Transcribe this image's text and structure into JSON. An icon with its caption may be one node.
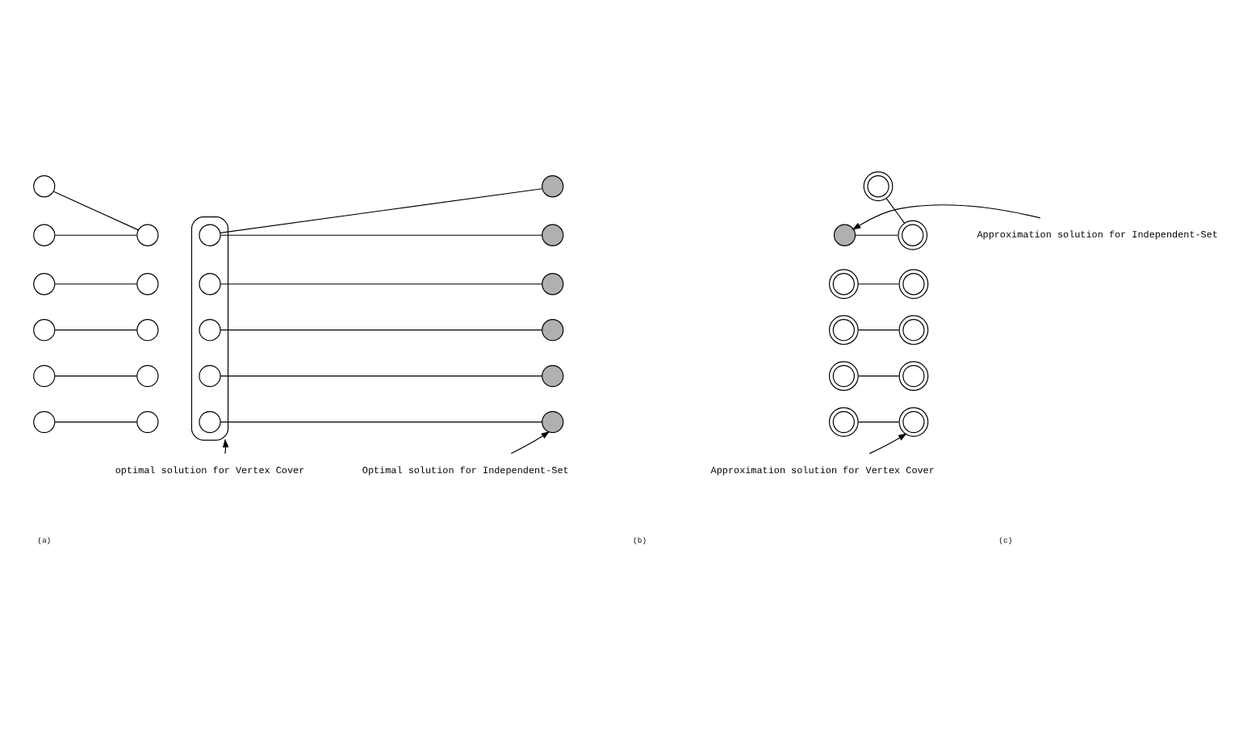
{
  "diagram": {
    "nodes": [
      {
        "text": [],
        "shape": "circle"
      },
      {
        "text": [],
        "shape": "circle"
      },
      {
        "text": [],
        "shape": "circle"
      },
      {
        "text": [],
        "shape": "circle"
      },
      {
        "text": [],
        "shape": "circle"
      },
      {
        "text": [],
        "shape": "circle"
      },
      {
        "text": [],
        "shape": "circle"
      },
      {
        "text": [],
        "shape": "circle"
      },
      {
        "text": [],
        "shape": "circle"
      },
      {
        "text": [],
        "shape": "circle"
      },
      {
        "text": [],
        "shape": "circle"
      },
      {
        "text": [],
        "shape": "circle"
      },
      {
        "text": [],
        "shape": "box"
      },
      {
        "text": [],
        "shape": "circle"
      },
      {
        "text": [],
        "shape": "circle",
        "in": 12
      },
      {
        "text": [],
        "shape": "circle"
      },
      {
        "text": [],
        "shape": "circle",
        "in": 12
      },
      {
        "text": [],
        "shape": "circle"
      },
      {
        "text": [],
        "shape": "circle",
        "in": 12
      },
      {
        "text": [],
        "shape": "circle"
      },
      {
        "text": [],
        "shape": "circle",
        "in": 12
      },
      {
        "text": [],
        "shape": "circle"
      },
      {
        "text": [],
        "shape": "circle",
        "in": 12
      },
      {
        "text": [
          "Optimal solution for Independent-Set"
        ]
      },
      {
        "text": [
          "optimal solution for Vertex Cover"
        ]
      },
      {
        "text": [],
        "shape": "circle"
      },
      {
        "text": [],
        "shape": "circle"
      },
      {
        "text": [],
        "shape": "circle"
      },
      {
        "text": [],
        "shape": "circle"
      },
      {
        "text": [],
        "shape": "circle"
      },
      {
        "text": [],
        "shape": "circle"
      },
      {
        "text": [],
        "shape": "circle"
      },
      {
        "text": [],
        "shape": "circle"
      },
      {
        "text": [],
        "shape": "circle"
      },
      {
        "text": [],
        "shape": "circle"
      },
      {
        "text": [],
        "shape": "circle"
      },
      {
        "text": [
          "Approximation solution for Independent-Set"
        ]
      },
      {
        "text": [
          "Approximation solution for Vertex Cover"
        ]
      }
    ],
    "edges": [
      {
        "from": 0,
        "to": 2,
        "arrow": "none"
      },
      {
        "from": 1,
        "to": 2,
        "arrow": "none"
      },
      {
        "from": 3,
        "to": 4,
        "arrow": "none"
      },
      {
        "from": 5,
        "to": 6,
        "arrow": "none"
      },
      {
        "from": 7,
        "to": 8,
        "arrow": "none"
      },
      {
        "from": 9,
        "to": 10,
        "arrow": "none"
      },
      {
        "from": 11,
        "to": 14,
        "arrow": "none"
      },
      {
        "from": 13,
        "to": 14,
        "arrow": "none"
      },
      {
        "from": 15,
        "to": 16,
        "arrow": "none"
      },
      {
        "from": 17,
        "to": 18,
        "arrow": "none"
      },
      {
        "from": 19,
        "to": 20,
        "arrow": "none"
      },
      {
        "from": 21,
        "to": 22,
        "arrow": "none"
      },
      {
        "from": 23,
        "to": 21,
        "arrow": "to"
      },
      {
        "from": 24,
        "to": 12,
        "arrow": "to"
      },
      {
        "from": 25,
        "to": 27,
        "arrow": "none"
      },
      {
        "from": 26,
        "to": 27,
        "arrow": "none"
      },
      {
        "from": 28,
        "to": 29,
        "arrow": "none"
      },
      {
        "from": 30,
        "to": 31,
        "arrow": "none"
      },
      {
        "from": 32,
        "to": 33,
        "arrow": "none"
      },
      {
        "from": 34,
        "to": 35,
        "arrow": "none"
      },
      {
        "from": 36,
        "to": 26,
        "arrow": "to"
      },
      {
        "from": 37,
        "to": 35,
        "arrow": "to"
      }
    ],
    "labels": [
      "(a)",
      "(b)",
      "(c)"
    ]
  }
}
